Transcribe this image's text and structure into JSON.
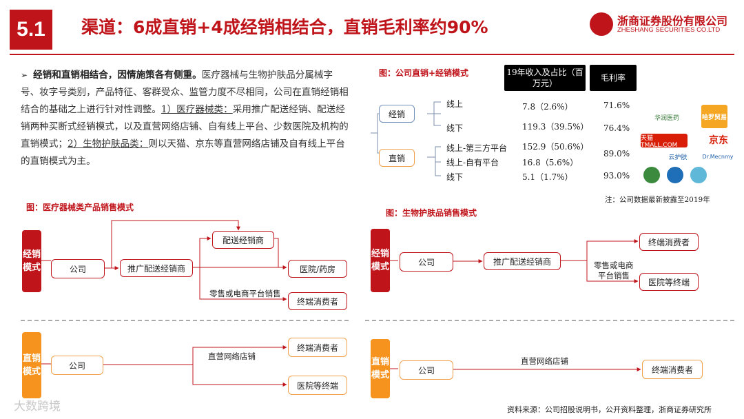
{
  "header": {
    "section_number": "5.1",
    "title": "渠道：6成直销+4成经销相结合，直销毛利率约90%",
    "company_cn": "浙商证券股份有限公司",
    "company_en": "ZHESHANG SECURITIES CO.LTD",
    "accent_color": "#c0141b"
  },
  "bullet": {
    "lead": "经销和直销相结合，因情施策各有侧重。",
    "text1": "医疗器械与生物护肤品分属械字号、妆字号类别，产品特征、客群受众、监管力度不尽相同，公司在直销经销相结合的基础之上进行针对性调整。",
    "u1": "1）医疗器械类：",
    "text2": "采用推广配送经销、配送经销两种买断式经销模式，以及直营网络店铺、自有线上平台、少数医院及机构的直销模式；",
    "u2": "2）生物护肤品类：",
    "text3": "则以天猫、京东等直营网络店铺及自有线上平台的直销模式为主。"
  },
  "channel_table": {
    "caption": "图：公司直销+经销模式",
    "col_revenue": "19年收入及占比（百万元）",
    "col_margin": "毛利率",
    "group_distribution": "经销",
    "group_direct": "直销",
    "rows": [
      {
        "channel": "线上",
        "revenue": "7.8（2.6%）",
        "margin": "71.6%"
      },
      {
        "channel": "线下",
        "revenue": "119.3（39.5%）",
        "margin": "76.4%"
      },
      {
        "channel": "线上-第三方平台",
        "revenue": "152.9（50.6%）",
        "margin": "89.0%"
      },
      {
        "channel": "线上-自有平台",
        "revenue": "16.8（5.6%）",
        "margin": ""
      },
      {
        "channel": "线下",
        "revenue": "5.1（1.7%）",
        "margin": "93.0%"
      }
    ],
    "note": "注：公司数据最新披露至2019年",
    "brands": [
      "华润医药",
      "哈罗贸易",
      "天猫TMALL.COM",
      "京东",
      "云护肤",
      "Dr.Mecnmy",
      "",
      "",
      ""
    ]
  },
  "medical_flow": {
    "caption": "图：医疗器械类产品销售模式",
    "dist_label": "经销模式",
    "direct_label": "直销模式",
    "company": "公司",
    "promo_distributor": "推广配送经销商",
    "delivery_distributor": "配送经销商",
    "hospital_pharmacy": "医院/药房",
    "retail_ecommerce": "零售或电商平台销售",
    "end_consumer": "终端消费者",
    "direct_store": "直营网络店铺",
    "direct_consumer": "终端消费者",
    "hospital_terminal": "医院等终端"
  },
  "skincare_flow": {
    "caption": "图：生物护肤品销售模式",
    "dist_label": "经销模式",
    "direct_label": "直销模式",
    "company": "公司",
    "promo_distributor": "推广配送经销商",
    "end_consumer": "终端消费者",
    "retail_line1": "零售或电商",
    "retail_line2": "平台销售",
    "hospital_terminal": "医院等终端",
    "direct_store": "直营网络店铺",
    "direct_consumer": "终端消费者"
  },
  "footer": {
    "source": "资料来源：公司招股说明书，公开资料整理，浙商证券研究所",
    "watermark": "大数跨境"
  }
}
